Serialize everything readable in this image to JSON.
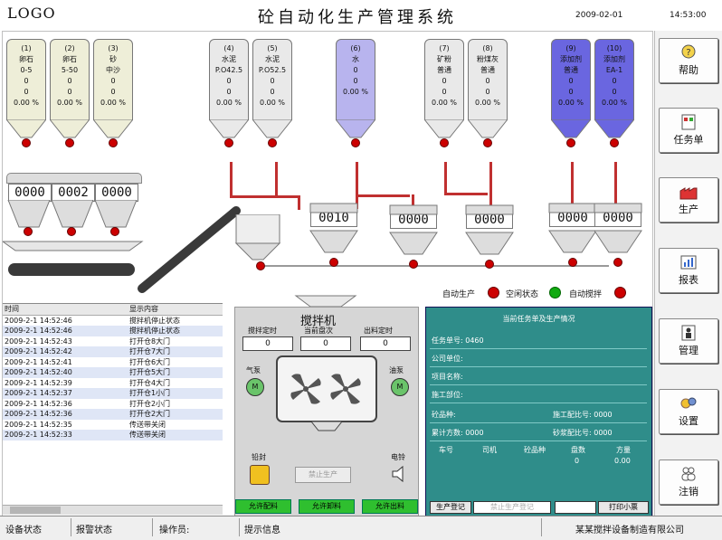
{
  "header": {
    "logo": "LOGO",
    "title": "砼自动化生产管理系统",
    "date": "2009-02-01",
    "time": "14:53:00"
  },
  "nav": [
    {
      "label": "帮助",
      "icon": "help-icon"
    },
    {
      "label": "任务单",
      "icon": "task-list-icon"
    },
    {
      "label": "生产",
      "icon": "factory-icon"
    },
    {
      "label": "报表",
      "icon": "report-icon"
    },
    {
      "label": "管理",
      "icon": "manage-icon"
    },
    {
      "label": "设置",
      "icon": "gears-icon"
    },
    {
      "label": "注销",
      "icon": "users-icon"
    }
  ],
  "aggregate_silos": [
    {
      "no": "(1)",
      "name": "卵石",
      "spec": "0-5",
      "v1": "0",
      "v2": "0",
      "pct": "0.00 %"
    },
    {
      "no": "(2)",
      "name": "卵石",
      "spec": "5-50",
      "v1": "0",
      "v2": "0",
      "pct": "0.00 %"
    },
    {
      "no": "(3)",
      "name": "砂",
      "spec": "中沙",
      "v1": "0",
      "v2": "0",
      "pct": "0.00 %"
    }
  ],
  "powder_silos": [
    {
      "no": "(4)",
      "name": "水泥",
      "spec": "P.O42.5",
      "v1": "0",
      "v2": "0",
      "pct": "0.00 %"
    },
    {
      "no": "(5)",
      "name": "水泥",
      "spec": "P.O52.5",
      "v1": "0",
      "v2": "0",
      "pct": "0.00 %"
    },
    {
      "no": "(6)",
      "name": "水",
      "spec": "",
      "v1": "0",
      "v2": "0",
      "pct": "0.00 %"
    },
    {
      "no": "(7)",
      "name": "矿粉",
      "spec": "普通",
      "v1": "0",
      "v2": "0",
      "pct": "0.00 %"
    },
    {
      "no": "(8)",
      "name": "粉煤灰",
      "spec": "普通",
      "v1": "0",
      "v2": "0",
      "pct": "0.00 %"
    },
    {
      "no": "(9)",
      "name": "添加剂",
      "spec": "普通",
      "v1": "0",
      "v2": "0",
      "pct": "0.00 %"
    },
    {
      "no": "(10)",
      "name": "添加剂",
      "spec": "EA-1",
      "v1": "0",
      "v2": "0",
      "pct": "0.00 %"
    }
  ],
  "counters": {
    "agg1": "0000",
    "agg2": "0002",
    "agg3": "0000",
    "cement": "0010",
    "water": "0000",
    "powder": "0000",
    "add1": "0000",
    "add2": "0000"
  },
  "indicators": {
    "auto_produce": "自动生产",
    "idle": "空闲状态",
    "auto_mix": "自动搅拌"
  },
  "log": {
    "headers": [
      "时间",
      "显示内容"
    ],
    "rows": [
      [
        "2009-2-1 14:52:46",
        "搅拌机停止状态"
      ],
      [
        "2009-2-1 14:52:46",
        "搅拌机停止状态"
      ],
      [
        "2009-2-1 14:52:43",
        "打开仓8大门"
      ],
      [
        "2009-2-1 14:52:42",
        "打开仓7大门"
      ],
      [
        "2009-2-1 14:52:41",
        "打开仓6大门"
      ],
      [
        "2009-2-1 14:52:40",
        "打开仓5大门"
      ],
      [
        "2009-2-1 14:52:39",
        "打开仓4大门"
      ],
      [
        "2009-2-1 14:52:37",
        "打开仓1小门"
      ],
      [
        "2009-2-1 14:52:36",
        "打开仓2小门"
      ],
      [
        "2009-2-1 14:52:36",
        "打开仓2大门"
      ],
      [
        "2009-2-1 14:52:35",
        "传送带关闭"
      ],
      [
        "2009-2-1 14:52:33",
        "传送带关闭"
      ]
    ]
  },
  "mixer": {
    "title": "搅拌机",
    "labels": [
      "搅拌定时",
      "当前盘次",
      "出料定时"
    ],
    "values": [
      "0",
      "0",
      "0"
    ],
    "air_valve": "气泵",
    "oil_pump": "油泵",
    "seal": "铅封",
    "bell": "电铃",
    "prohibit_btn": "禁止生产",
    "btns": [
      "允许配料",
      "允许卸料",
      "允许出料"
    ]
  },
  "task": {
    "title": "当前任务单及生产情况",
    "task_no_label": "任务单号:",
    "task_no": "0460",
    "company_label": "公司单位:",
    "project_label": "项目名称:",
    "part_label": "施工部位:",
    "grade_label": "砼品种:",
    "mix_label": "施工配比号:",
    "mix_val": "0000",
    "total_label": "累计方数:",
    "total_val": "0000",
    "mortar_label": "砂浆配比号:",
    "mortar_val": "0000",
    "cols": [
      "车号",
      "司机",
      "砼品种",
      "盘数",
      "方量"
    ],
    "row": [
      "",
      "",
      "",
      "0",
      "0.00"
    ],
    "btn_register": "生产登记",
    "btn_prohibit": "禁止生产登记",
    "btn_print": "打印小票"
  },
  "status": {
    "s1": "设备状态",
    "s2": "报警状态",
    "s3": "操作员:",
    "s4": "提示信息",
    "company": "某某搅拌设备制造有限公司"
  }
}
